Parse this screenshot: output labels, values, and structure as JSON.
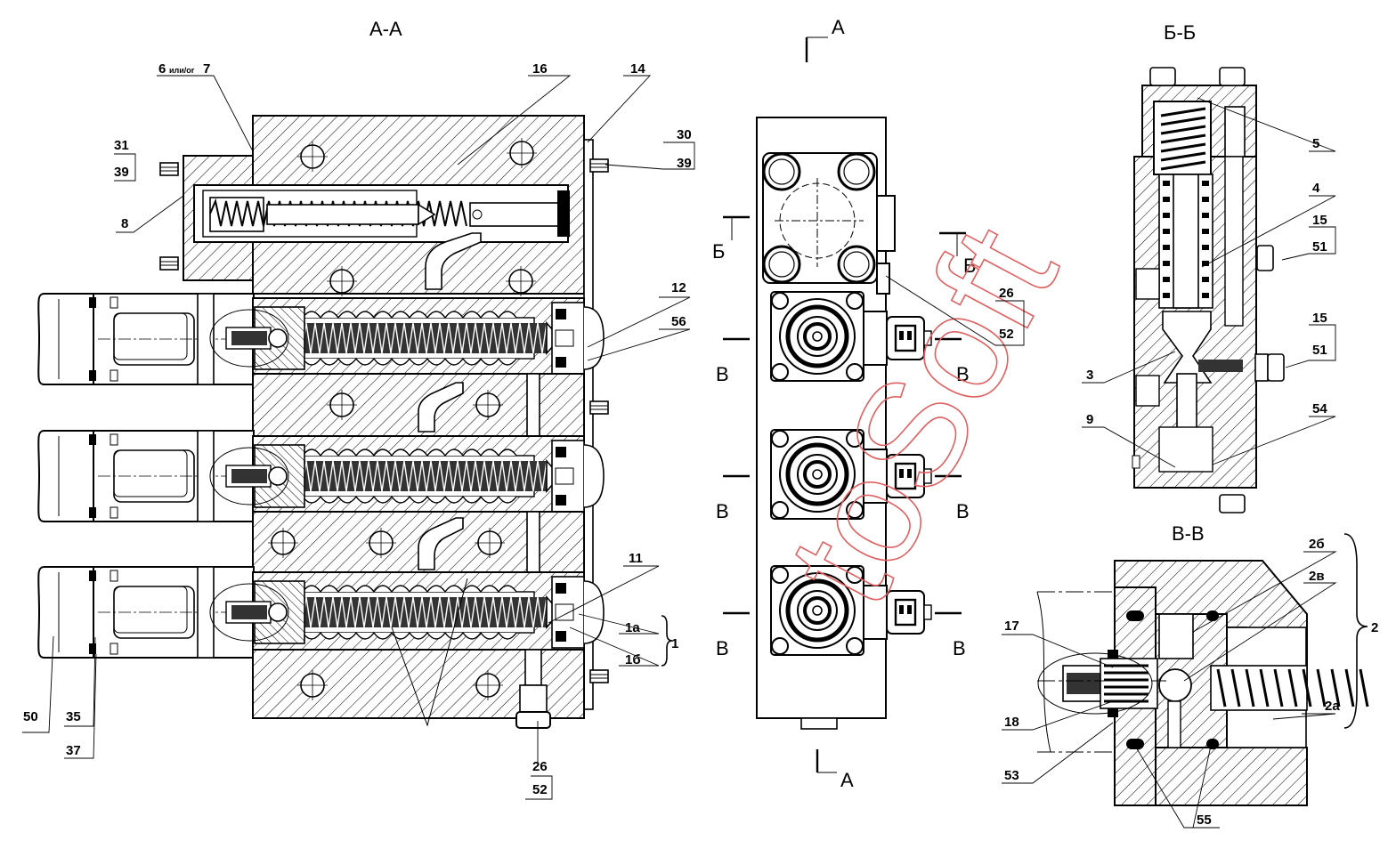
{
  "sections": {
    "aa": "А-А",
    "bb": "Б-Б",
    "vv": "В-В",
    "cut_a_top": "А",
    "cut_a_bottom": "А",
    "cut_b_left": "Б",
    "cut_b_right": "Б",
    "cut_v1_left": "В",
    "cut_v1_right": "В",
    "cut_v2_left": "В",
    "cut_v2_right": "В",
    "cut_v3_left": "В",
    "cut_v3_right": "В"
  },
  "callouts": {
    "c6": "6",
    "c6_small": "или/or",
    "c7": "7",
    "c16": "16",
    "c14": "14",
    "c31": "31",
    "c39a": "39",
    "c30": "30",
    "c39b": "39",
    "c8": "8",
    "c12": "12",
    "c56": "56",
    "c11": "11",
    "c1a": "1а",
    "c1b": "1б",
    "c1": "1",
    "c50": "50",
    "c35": "35",
    "c37": "37",
    "c26a": "26",
    "c52a": "52",
    "c26b": "26",
    "c52b": "52",
    "c5": "5",
    "c4": "4",
    "c15a": "15",
    "c51a": "51",
    "c15b": "15",
    "c51b": "51",
    "c3": "3",
    "c9": "9",
    "c54": "54",
    "c2b": "2б",
    "c2v": "2в",
    "c2": "2",
    "c17": "17",
    "c18": "18",
    "c2a": "2а",
    "c53": "53",
    "c55": "55"
  },
  "watermark": "toSoft"
}
